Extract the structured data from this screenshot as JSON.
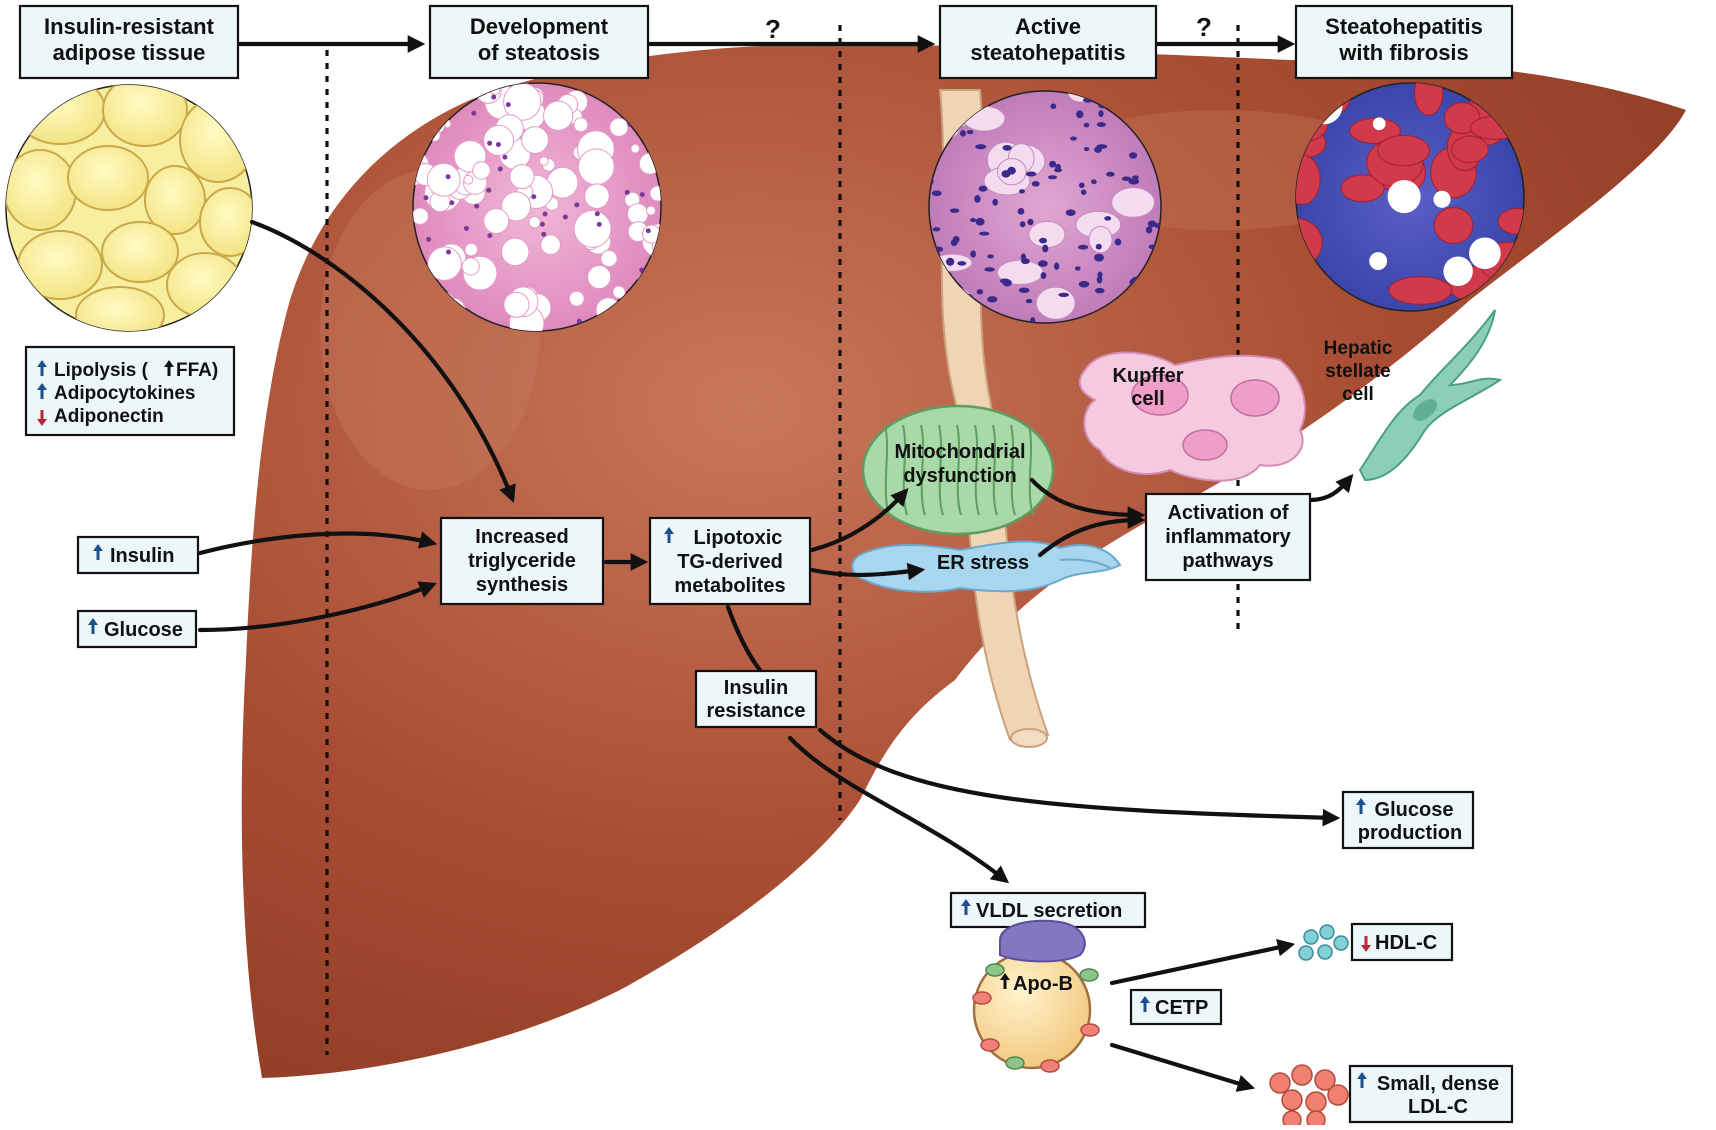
{
  "stages": {
    "adipose": [
      "Insulin-resistant",
      "adipose tissue"
    ],
    "steatosis": [
      "Development",
      "of steatosis"
    ],
    "active": [
      "Active",
      "steatohepatitis"
    ],
    "fibrosis": [
      "Steatohepatitis",
      "with fibrosis"
    ],
    "question_mark": "?"
  },
  "adipose_effects": {
    "lipolysis": "Lipolysis (",
    "ffa": "FFA)",
    "adipocytokines": "Adipocytokines",
    "adiponectin": "Adiponectin"
  },
  "inputs": {
    "insulin": "Insulin",
    "glucose": "Glucose"
  },
  "process": {
    "tg_synthesis": [
      "Increased",
      "triglyceride",
      "synthesis"
    ],
    "lipotoxic": [
      "Lipotoxic",
      "TG-derived",
      "metabolites"
    ],
    "insulin_resistance": [
      "Insulin",
      "resistance"
    ],
    "mito": [
      "Mitochondrial",
      "dysfunction"
    ],
    "er_stress": "ER stress",
    "kupffer": [
      "Kupffer",
      "cell"
    ],
    "stellate": [
      "Hepatic",
      "stellate",
      "cell"
    ],
    "inflammatory": [
      "Activation of",
      "inflammatory",
      "pathways"
    ]
  },
  "outputs": {
    "glucose_production": [
      "Glucose",
      "production"
    ],
    "vldl": "VLDL secretion",
    "apob": "Apo-B",
    "cetp": "CETP",
    "hdl": "HDL-C",
    "ldl": [
      "Small, dense",
      "LDL-C"
    ]
  },
  "colors": {
    "liver": "#a84d33",
    "up_arrow": "#1d4f8c",
    "down_arrow": "#b8283a",
    "box_fill": "#edf6f8"
  }
}
